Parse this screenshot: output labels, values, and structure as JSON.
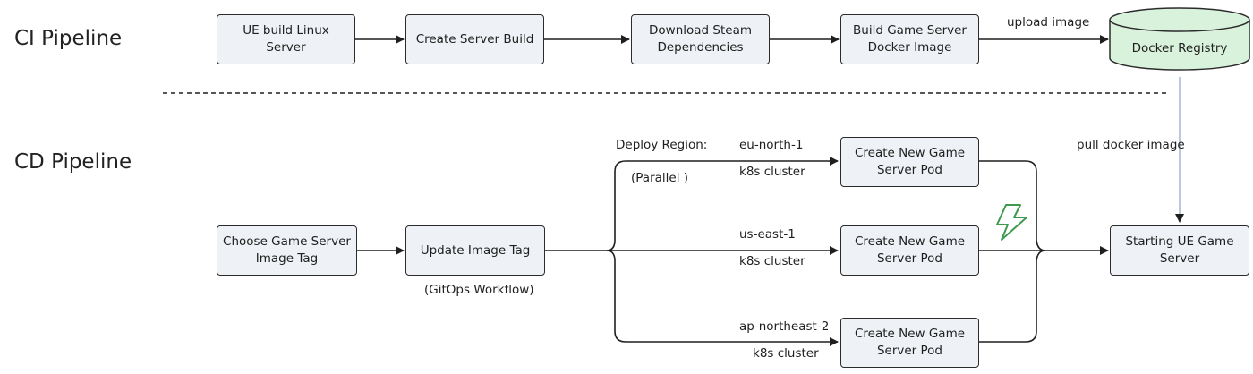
{
  "sections": {
    "ci": "CI Pipeline",
    "cd": "CD Pipeline"
  },
  "ci_nodes": {
    "ue_build": "UE build Linux Server",
    "create_build": "Create Server Build",
    "download_deps": "Download Steam\nDependencies",
    "build_image": "Build Game Server\nDocker Image",
    "registry": "Docker Registry"
  },
  "ci_labels": {
    "upload": "upload image"
  },
  "cd_nodes": {
    "choose_tag": "Choose Game Server\nImage Tag",
    "update_tag": "Update Image Tag",
    "pod_eu": "Create New Game\nServer Pod",
    "pod_us": "Create New Game\nServer Pod",
    "pod_ap": "Create New Game\nServer Pod",
    "start_server": "Starting UE Game\nServer"
  },
  "cd_labels": {
    "gitops": "(GitOps Workflow)",
    "deploy_region": "Deploy Region:",
    "parallel": "(Parallel )",
    "eu_region": "eu-north-1",
    "eu_cluster": "k8s cluster",
    "us_region": "us-east-1",
    "us_cluster": "k8s cluster",
    "ap_region": "ap-northeast-2",
    "ap_cluster": "k8s cluster",
    "pull": "pull docker image"
  },
  "colors": {
    "node_fill": "#eef1f5",
    "registry_fill": "#d9f2dc",
    "line": "#1f1f1f",
    "pull_line": "#a9bdd6",
    "lightning": "#3e9a4e"
  },
  "icons": {
    "lightning": "lightning-bolt-icon"
  }
}
